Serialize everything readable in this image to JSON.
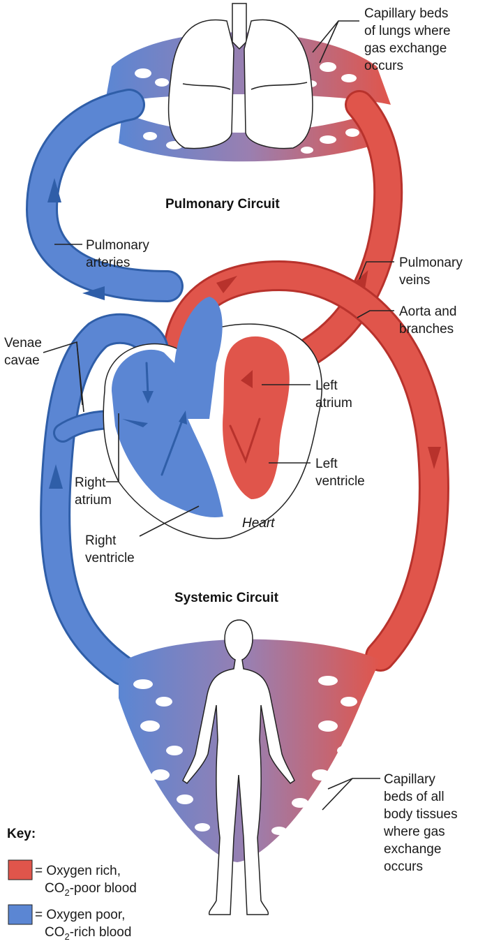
{
  "colors": {
    "oxygen_rich": "#e0554b",
    "oxygen_rich_dark": "#b8322c",
    "oxygen_poor": "#5b86d3",
    "oxygen_poor_dark": "#2f5ea8",
    "mixed": "#9a7fb0"
  },
  "labels": {
    "pulmonary_circuit": "Pulmonary Circuit",
    "systemic_circuit": "Systemic Circuit",
    "heart": "Heart",
    "lung_capillaries": [
      "Capillary beds",
      "of lungs where",
      "gas exchange",
      "occurs"
    ],
    "pulmonary_arteries": [
      "Pulmonary",
      "arteries"
    ],
    "pulmonary_veins": [
      "Pulmonary",
      "veins"
    ],
    "aorta": [
      "Aorta and",
      "branches"
    ],
    "venae_cavae": [
      "Venae",
      "cavae"
    ],
    "left_atrium": [
      "Left",
      "atrium"
    ],
    "left_ventricle": [
      "Left",
      "ventricle"
    ],
    "right_atrium": [
      "Right",
      "atrium"
    ],
    "right_ventricle": [
      "Right",
      "ventricle"
    ],
    "body_capillaries": [
      "Capillary",
      "beds of all",
      "body tissues",
      "where gas",
      "exchange",
      "occurs"
    ]
  },
  "key": {
    "title": "Key:",
    "items": [
      {
        "swatch": "oxygen_rich",
        "line1": "= Oxygen rich,",
        "line2_pre": "CO",
        "line2_sub": "2",
        "line2_post": "-poor blood"
      },
      {
        "swatch": "oxygen_poor",
        "line1": "= Oxygen poor,",
        "line2_pre": "CO",
        "line2_sub": "2",
        "line2_post": "-rich blood"
      }
    ]
  }
}
